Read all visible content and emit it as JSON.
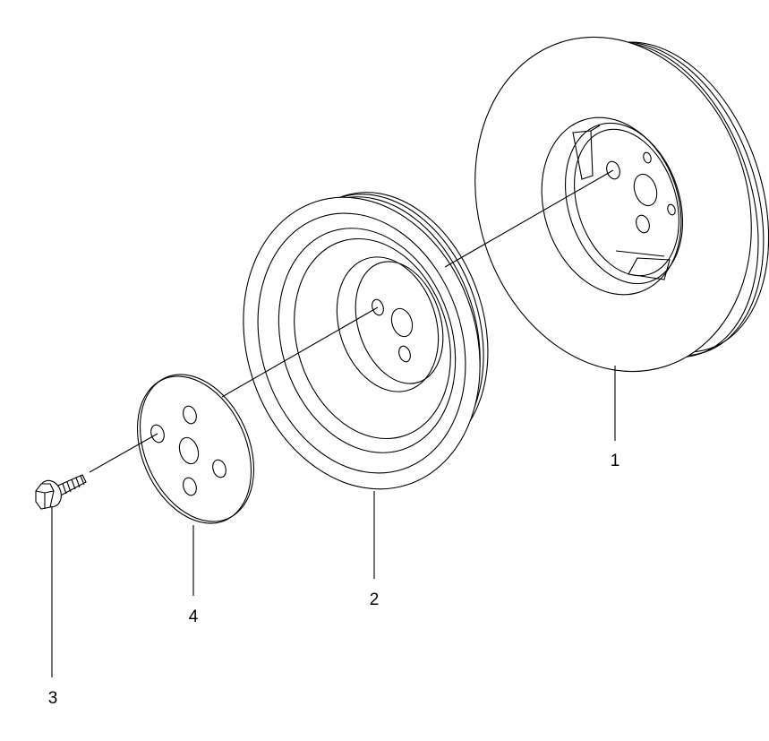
{
  "diagram": {
    "type": "exploded-parts-view",
    "line_color": "#000000",
    "background": "#ffffff",
    "callouts": [
      {
        "id": "part-1",
        "label": "1"
      },
      {
        "id": "part-2",
        "label": "2"
      },
      {
        "id": "part-3",
        "label": "3"
      },
      {
        "id": "part-4",
        "label": "4"
      }
    ]
  }
}
